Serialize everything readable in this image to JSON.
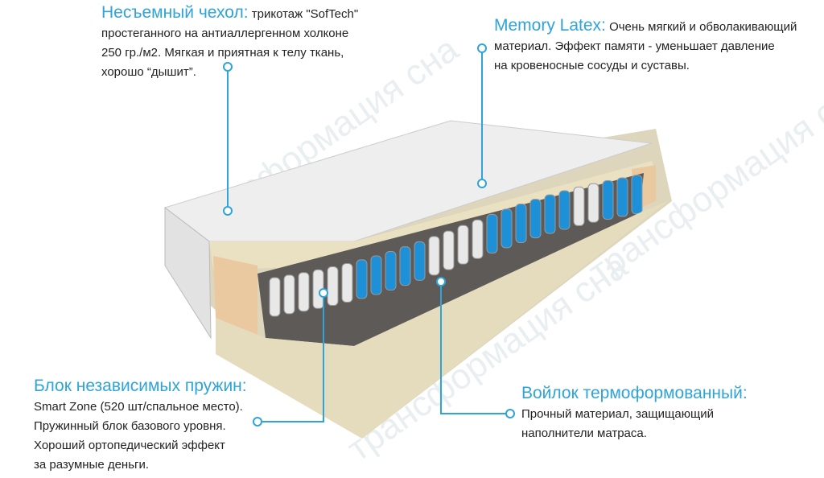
{
  "watermark": "трансформация сна",
  "accent": "#2ea4d8",
  "callouts": {
    "cover": {
      "title": "Несъемный чехол:",
      "lines": [
        "трикотаж \"SofTech\"",
        "простеганного на антиаллергенном холконе",
        "250 гр./м2. Мягкая и приятная к телу ткань,",
        "хорошо “дышит”."
      ]
    },
    "latex": {
      "title": "Memory Latex:",
      "lines": [
        "Очень мягкий и обволакивающий",
        "материал. Эффект памяти - уменьшает давление",
        "на кровеносные сосуды и суставы."
      ]
    },
    "springs": {
      "title": "Блок независимых пружин:",
      "lines": [
        "Smart Zone (520 шт/спальное место).",
        "Пружинный блок базового уровня.",
        "Хороший ортопедический эффект",
        "за разумные деньги."
      ]
    },
    "felt": {
      "title": "Войлок термоформованный:",
      "lines": [
        "Прочный материал, защищающий",
        "наполнители матраса."
      ]
    }
  }
}
